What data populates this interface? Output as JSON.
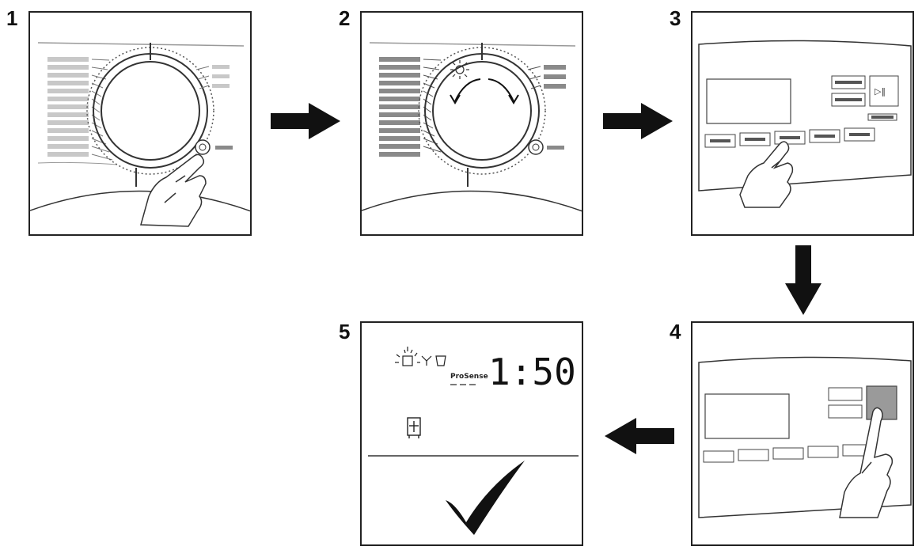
{
  "steps": [
    {
      "number": "1"
    },
    {
      "number": "2"
    },
    {
      "number": "3"
    },
    {
      "number": "4"
    },
    {
      "number": "5"
    }
  ],
  "display": {
    "time": "1:50",
    "prosense_label": "ProSense"
  },
  "icons": {
    "flow_arrow": "arrow-icon",
    "check": "checkmark-icon",
    "hand": "hand-pointer-icon"
  },
  "colors": {
    "line": "#222222",
    "light_gray": "#c8c8c8",
    "mid_gray": "#8a8a8a",
    "highlight": "#9a9a9a"
  }
}
